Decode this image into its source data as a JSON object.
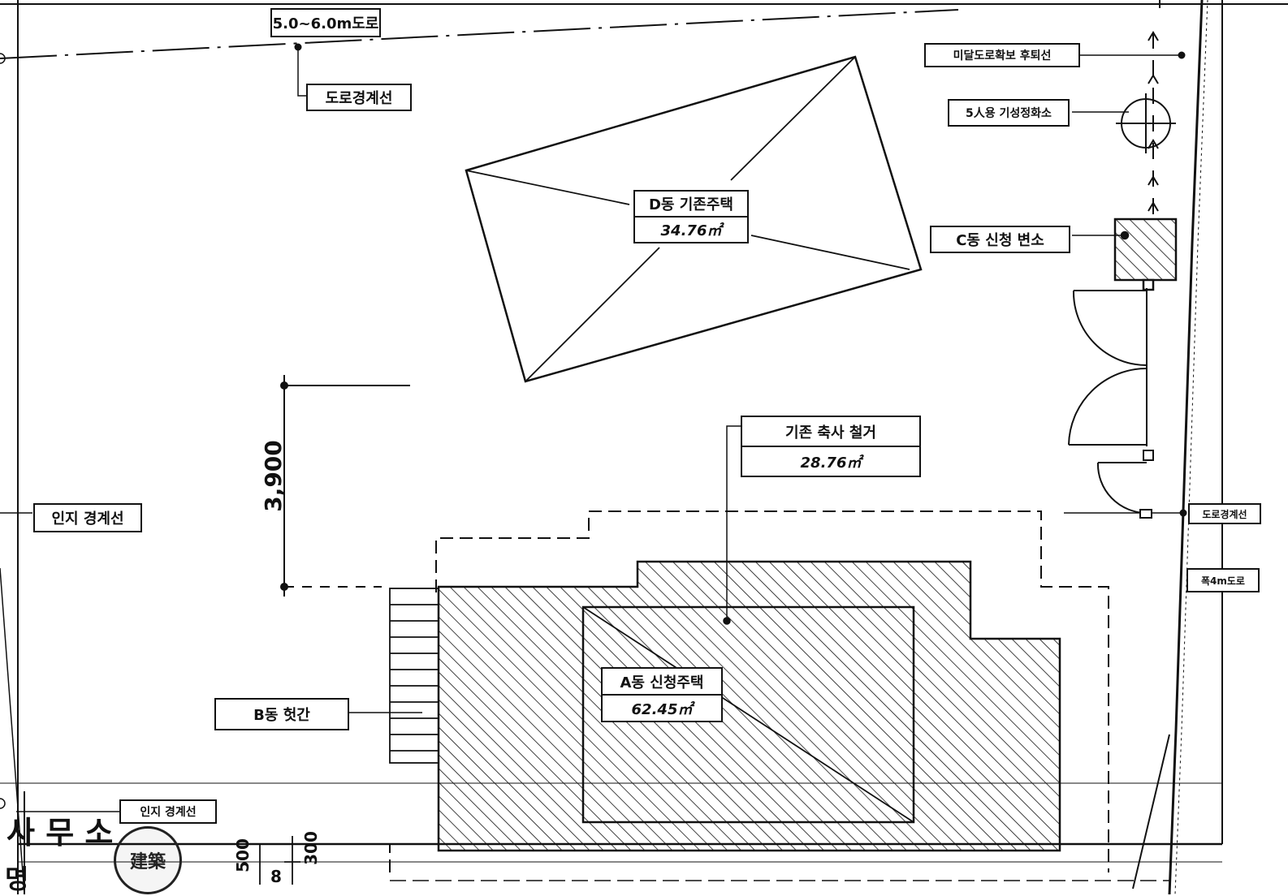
{
  "labels": {
    "road_width": "5.0~6.0m도로",
    "road_boundary_top": "도로경계선",
    "future_road_line": "미달도로확보 후퇴선",
    "septic_tank": "5人용 기성정화소",
    "toilet": "C동 신청 변소",
    "lot_boundary_left": "인지 경계선",
    "road_boundary_right": "도로경계선",
    "road_right": "폭4m도로",
    "lot_boundary_bottom": "인지 경계선",
    "barn": "B동 헛간"
  },
  "buildings": {
    "D": {
      "name": "D동 기존주택",
      "area": "34.76㎡"
    },
    "demolished": {
      "name": "기존 축사 철거",
      "area": "28.76㎡"
    },
    "A": {
      "name": "A동 신청주택",
      "area": "62.45㎡"
    }
  },
  "dimensions": {
    "setback": "3,900",
    "bottom_1": "500",
    "bottom_2": "300",
    "bottom_3": "8"
  },
  "footer": {
    "office": "사 무 소",
    "fragment": "명",
    "stamp": "建築"
  },
  "colors": {
    "ink": "#111111",
    "paper": "#ffffff"
  }
}
